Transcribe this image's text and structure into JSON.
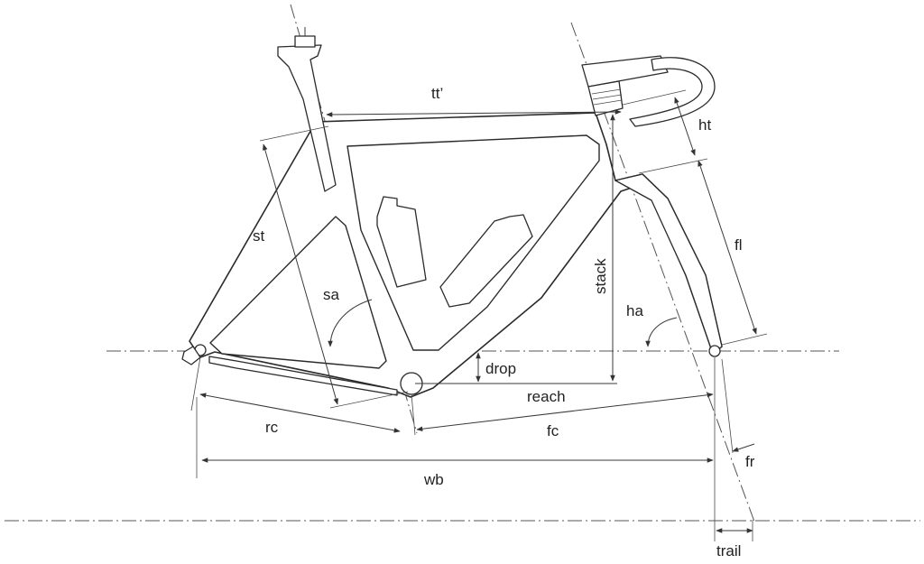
{
  "labels": {
    "tt": "tt’",
    "ht": "ht",
    "st": "st",
    "fl": "fl",
    "sa": "sa",
    "stack": "stack",
    "ha": "ha",
    "drop": "drop",
    "reach": "reach",
    "rc": "rc",
    "fc": "fc",
    "fr": "fr",
    "wb": "wb",
    "trail": "trail"
  },
  "colors": {
    "line": "#3a3a3a",
    "frame_stroke": "#2b2b2b",
    "background": "#ffffff"
  }
}
